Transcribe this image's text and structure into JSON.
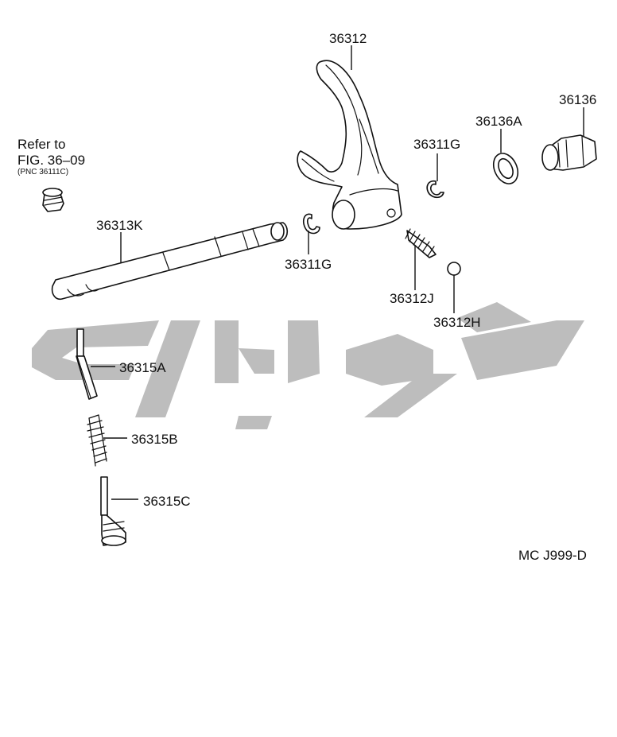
{
  "diagram": {
    "labels": {
      "fork": "36312",
      "plug": "36136",
      "gasket": "36136A",
      "snap_ring_upper": "36311G",
      "snap_ring_lower": "36311G",
      "shaft": "36313K",
      "spring_small": "36312J",
      "ball": "36312H",
      "pin": "36315A",
      "spring_long": "36315B",
      "plunger": "36315C"
    },
    "reference": {
      "line1": "Refer to",
      "line2": "FIG. 36–09",
      "line3": "(PNC 36111C)"
    },
    "code": "MC J999-D"
  }
}
